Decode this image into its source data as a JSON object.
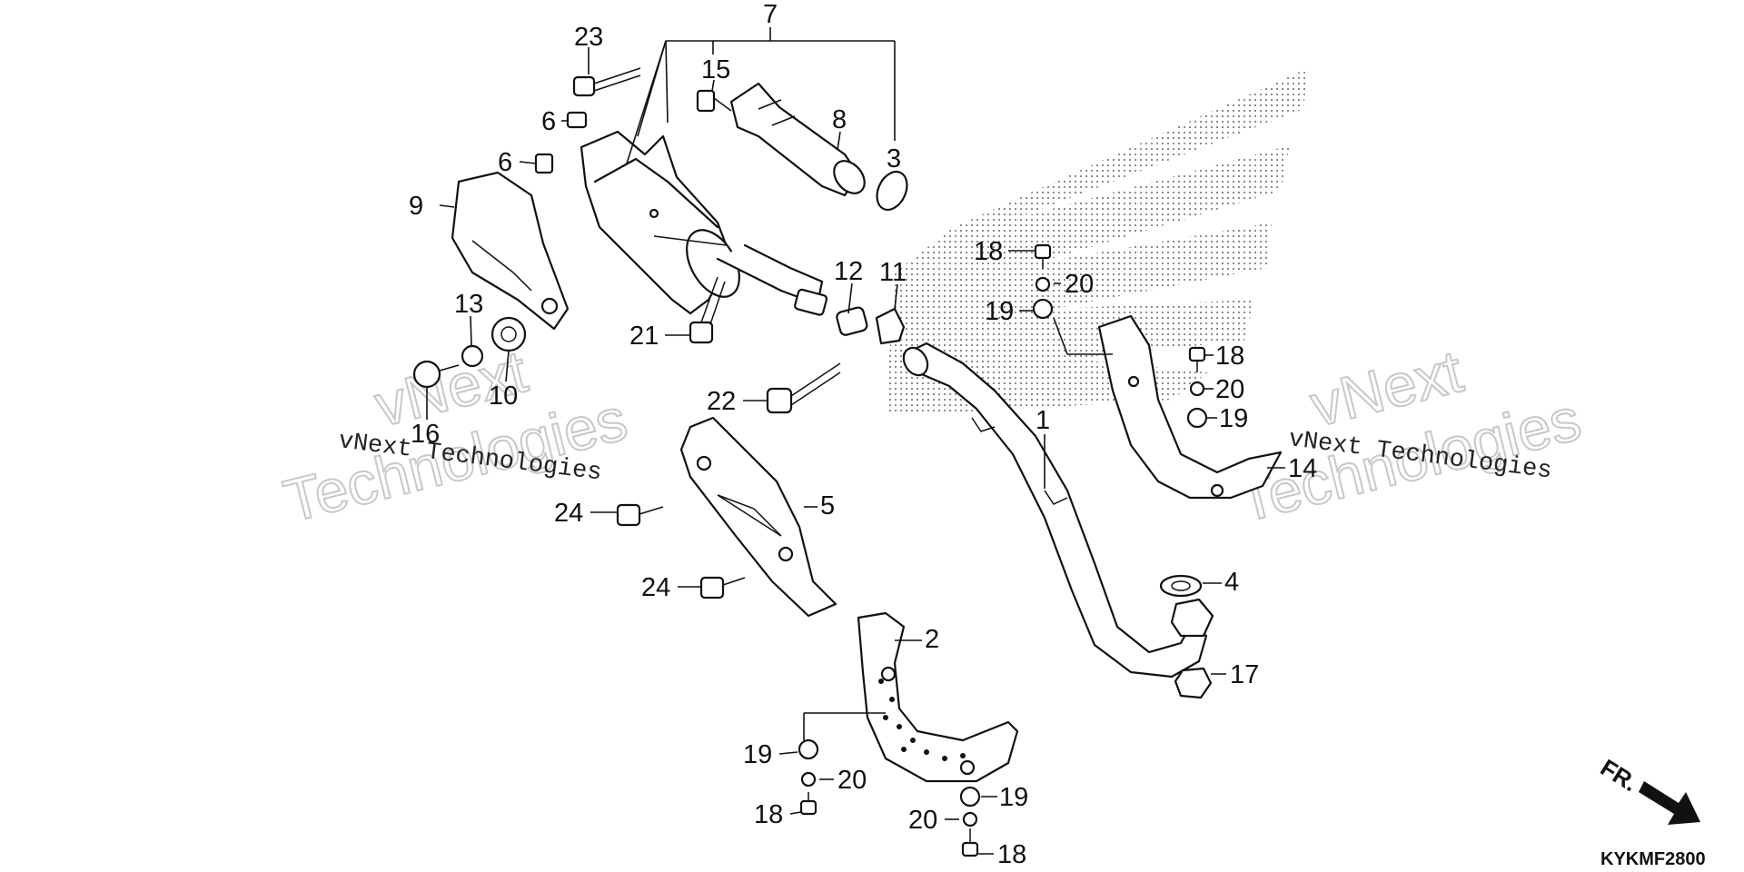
{
  "diagram_code": "KYKMF2800",
  "front_marker": "FR.",
  "watermark": {
    "small": "vNext Technologies",
    "big_line1": "vNext",
    "big_line2": "Technologies"
  },
  "callouts": [
    {
      "id": "c7",
      "label": "7"
    },
    {
      "id": "c23",
      "label": "23"
    },
    {
      "id": "c15",
      "label": "15"
    },
    {
      "id": "c6a",
      "label": "6"
    },
    {
      "id": "c6b",
      "label": "6"
    },
    {
      "id": "c8",
      "label": "8"
    },
    {
      "id": "c3",
      "label": "3"
    },
    {
      "id": "c9",
      "label": "9"
    },
    {
      "id": "c12",
      "label": "12"
    },
    {
      "id": "c11",
      "label": "11"
    },
    {
      "id": "c13",
      "label": "13"
    },
    {
      "id": "c21",
      "label": "21"
    },
    {
      "id": "c10",
      "label": "10"
    },
    {
      "id": "c16",
      "label": "16"
    },
    {
      "id": "c22",
      "label": "22"
    },
    {
      "id": "c18a",
      "label": "18"
    },
    {
      "id": "c20a",
      "label": "20"
    },
    {
      "id": "c19a",
      "label": "19"
    },
    {
      "id": "c18b",
      "label": "18"
    },
    {
      "id": "c20b",
      "label": "20"
    },
    {
      "id": "c19b",
      "label": "19"
    },
    {
      "id": "c1",
      "label": "1"
    },
    {
      "id": "c14",
      "label": "14"
    },
    {
      "id": "c24a",
      "label": "24"
    },
    {
      "id": "c5",
      "label": "5"
    },
    {
      "id": "c24b",
      "label": "24"
    },
    {
      "id": "c4",
      "label": "4"
    },
    {
      "id": "c2",
      "label": "2"
    },
    {
      "id": "c17",
      "label": "17"
    },
    {
      "id": "c19c",
      "label": "19"
    },
    {
      "id": "c20c",
      "label": "20"
    },
    {
      "id": "c18c",
      "label": "18"
    },
    {
      "id": "c19d",
      "label": "19"
    },
    {
      "id": "c20d",
      "label": "20"
    },
    {
      "id": "c18d",
      "label": "18"
    }
  ]
}
